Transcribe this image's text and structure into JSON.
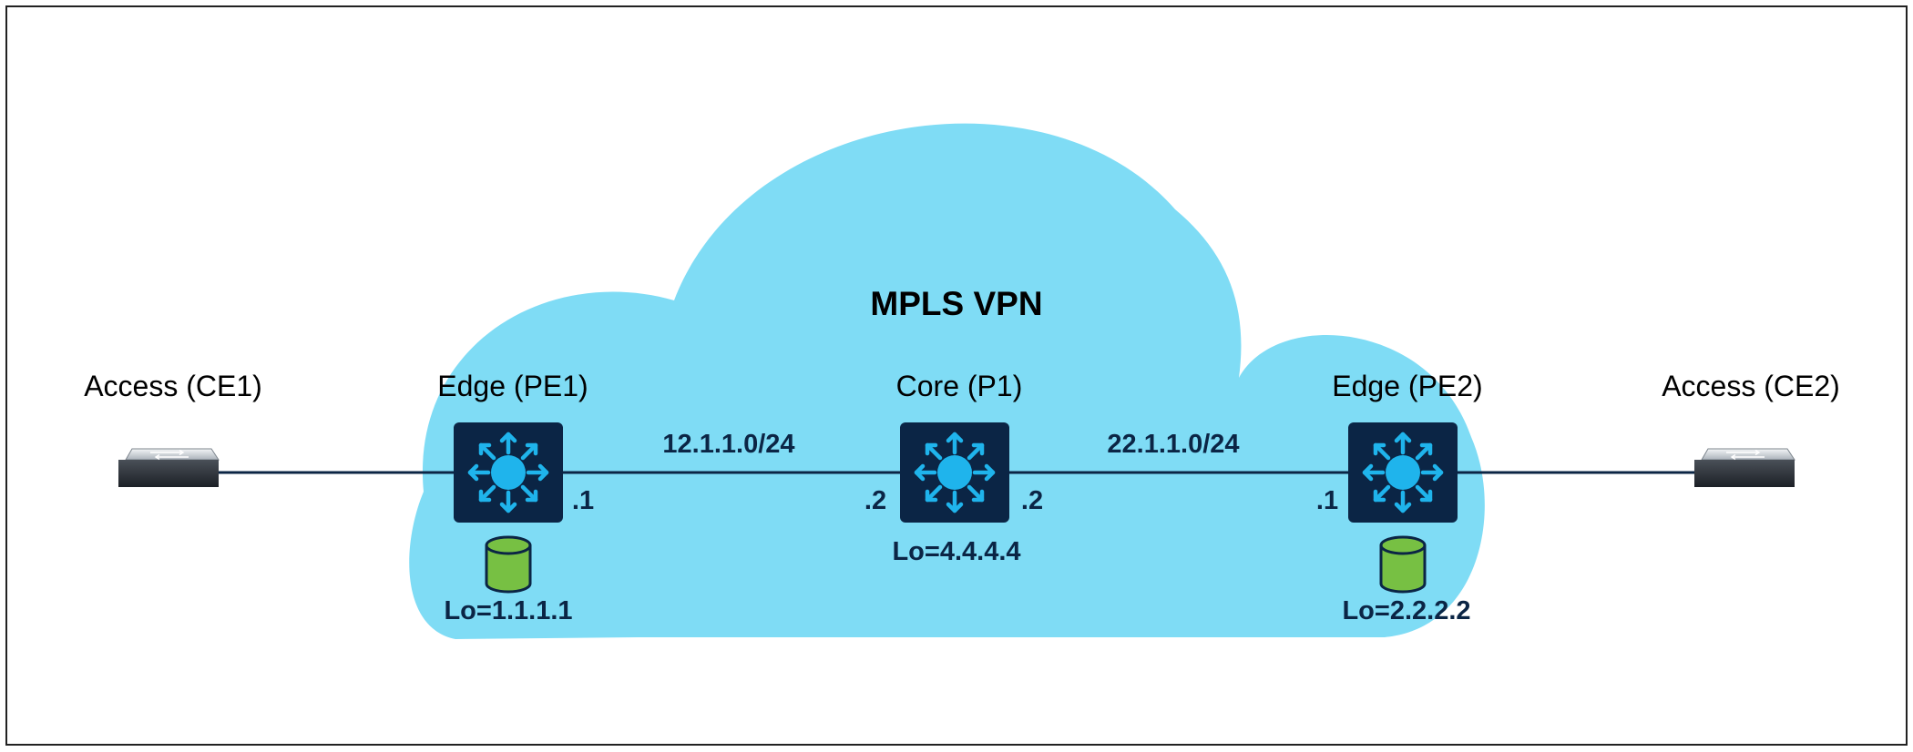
{
  "cloud_label": "MPLS VPN",
  "colors": {
    "cloud": "#7fdcf5",
    "router_body": "#0b2545",
    "router_accent": "#1fb4ec",
    "link": "#0b2545",
    "database": "#77c043"
  },
  "nodes": {
    "ce1": {
      "label": "Access (CE1)",
      "icon": "switch-icon"
    },
    "pe1": {
      "label": "Edge (PE1)",
      "icon": "router-icon",
      "loopback": "Lo=1.1.1.1",
      "interface": ".1"
    },
    "p1": {
      "label": "Core (P1)",
      "icon": "router-icon",
      "loopback": "Lo=4.4.4.4",
      "interface_left": ".2",
      "interface_right": ".2"
    },
    "pe2": {
      "label": "Edge (PE2)",
      "icon": "router-icon",
      "loopback": "Lo=2.2.2.2",
      "interface": ".1"
    },
    "ce2": {
      "label": "Access (CE2)",
      "icon": "switch-icon"
    }
  },
  "links": {
    "pe1_p1": {
      "subnet": "12.1.1.0/24"
    },
    "p1_pe2": {
      "subnet": "22.1.1.0/24"
    }
  }
}
